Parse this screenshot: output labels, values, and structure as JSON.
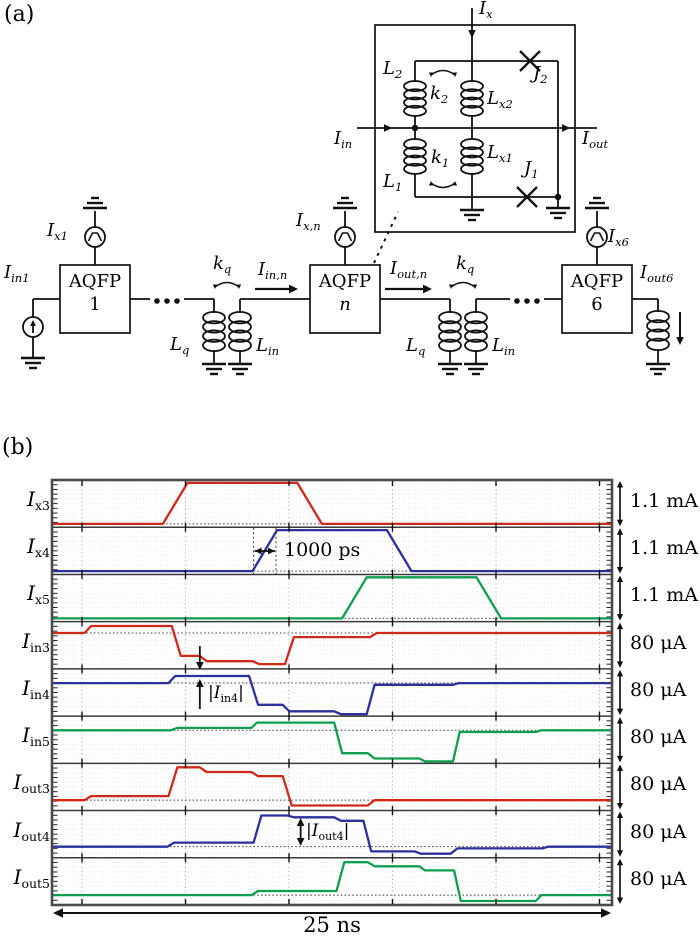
{
  "figure": {
    "panel_a_label": "(a)",
    "panel_b_label": "(b)"
  },
  "circuit": {
    "inset": {
      "ix": {
        "base": "I",
        "sub": "x"
      },
      "l2": {
        "base": "L",
        "sub": "2"
      },
      "k2": {
        "base": "k",
        "sub": "2"
      },
      "lx2": {
        "base": "L",
        "sub": "x2"
      },
      "j2": {
        "base": "J",
        "sub": "2"
      },
      "iin": {
        "base": "I",
        "sub": "in"
      },
      "iout": {
        "base": "I",
        "sub": "out"
      },
      "l1": {
        "base": "L",
        "sub": "1"
      },
      "k1": {
        "base": "k",
        "sub": "1"
      },
      "lx1": {
        "base": "L",
        "sub": "x1"
      },
      "j1": {
        "base": "J",
        "sub": "1"
      }
    },
    "chain": {
      "ix1": {
        "base": "I",
        "sub": "x1"
      },
      "iin1": {
        "base": "I",
        "sub": "in1"
      },
      "aqfp1": {
        "name": "AQFP",
        "index": "1"
      },
      "kq_left": {
        "base": "k",
        "sub": "q"
      },
      "lq_left": {
        "base": "L",
        "sub": "q"
      },
      "lin_left": {
        "base": "L",
        "sub": "in"
      },
      "iin_n": {
        "base": "I",
        "sub": "in,n"
      },
      "ix_n": {
        "base": "I",
        "sub": "x,n"
      },
      "aqfpn": {
        "name": "AQFP",
        "index": "n"
      },
      "iout_n": {
        "base": "I",
        "sub": "out,n"
      },
      "kq_right": {
        "base": "k",
        "sub": "q"
      },
      "lq_right": {
        "base": "L",
        "sub": "q"
      },
      "lin_right": {
        "base": "L",
        "sub": "in"
      },
      "ix6": {
        "base": "I",
        "sub": "x6"
      },
      "aqfp6": {
        "name": "AQFP",
        "index": "6"
      },
      "iout6": {
        "base": "I",
        "sub": "out6"
      }
    }
  },
  "chart_data": {
    "type": "line",
    "x_axis": {
      "total_label": "25 ns",
      "range_ns": [
        0,
        25
      ],
      "grid": true
    },
    "excitation_amplitude": "1.1 mA",
    "signal_scale": "80 μA",
    "annotations": {
      "rise_time": {
        "label": "1000 ps",
        "t_start": 9,
        "t_end": 10,
        "row": "Ix4"
      },
      "iin4_mag": {
        "open": "|",
        "base": "I",
        "sub": "in4",
        "close": "|",
        "t": 6.6,
        "row": "Iin4"
      },
      "iout4_mag": {
        "open": "|",
        "base": "I",
        "sub": "out4",
        "close": "|",
        "t": 11.1,
        "row": "Iout4"
      }
    },
    "rows": [
      {
        "id": "Ix3",
        "label": {
          "base": "I",
          "sub": "x3"
        },
        "scale_label": "1.1 mA",
        "unit": "mA",
        "color": "#cf291a",
        "zero_frac": 0.93,
        "points": [
          [
            0,
            0
          ],
          [
            4.95,
            0
          ],
          [
            6.05,
            1.1
          ],
          [
            10.95,
            1.1
          ],
          [
            12.05,
            0
          ],
          [
            25,
            0
          ]
        ]
      },
      {
        "id": "Ix4",
        "label": {
          "base": "I",
          "sub": "x4"
        },
        "scale_label": "1.1 mA",
        "unit": "mA",
        "color": "#2b309c",
        "zero_frac": 0.93,
        "points": [
          [
            0,
            0
          ],
          [
            8.95,
            0
          ],
          [
            10.05,
            1.1
          ],
          [
            14.95,
            1.1
          ],
          [
            16.05,
            0
          ],
          [
            25,
            0
          ]
        ]
      },
      {
        "id": "Ix5",
        "label": {
          "base": "I",
          "sub": "x5"
        },
        "scale_label": "1.1 mA",
        "unit": "mA",
        "color": "#0e9e4f",
        "zero_frac": 0.93,
        "points": [
          [
            0,
            0
          ],
          [
            12.95,
            0
          ],
          [
            14.05,
            1.1
          ],
          [
            18.95,
            1.1
          ],
          [
            20.05,
            0
          ],
          [
            25,
            0
          ]
        ]
      },
      {
        "id": "Iin3",
        "label": {
          "base": "I",
          "sub": "in3"
        },
        "scale_label": "80 μA",
        "unit": "uA",
        "color": "#cf291a",
        "zero_frac": 0.24,
        "points": [
          [
            0,
            0
          ],
          [
            1.45,
            0
          ],
          [
            1.75,
            12
          ],
          [
            5.35,
            12
          ],
          [
            5.75,
            -39
          ],
          [
            6.6,
            -39
          ],
          [
            6.9,
            -48
          ],
          [
            8.95,
            -48
          ],
          [
            9.25,
            -53
          ],
          [
            10.4,
            -53
          ],
          [
            10.8,
            -7
          ],
          [
            14.2,
            -7
          ],
          [
            14.5,
            0
          ],
          [
            25,
            0
          ]
        ]
      },
      {
        "id": "Iin4",
        "label": {
          "base": "I",
          "sub": "in4"
        },
        "scale_label": "80 μA",
        "unit": "uA",
        "color": "#2b309c",
        "zero_frac": 0.3,
        "points": [
          [
            0,
            0
          ],
          [
            5.2,
            0
          ],
          [
            5.5,
            12
          ],
          [
            8.8,
            12
          ],
          [
            9.2,
            -37
          ],
          [
            10.3,
            -37
          ],
          [
            10.6,
            -48
          ],
          [
            12.6,
            -48
          ],
          [
            12.9,
            -53
          ],
          [
            14.05,
            -53
          ],
          [
            14.4,
            -3
          ],
          [
            17.9,
            -3
          ],
          [
            18.15,
            0
          ],
          [
            25,
            0
          ]
        ]
      },
      {
        "id": "Iin5",
        "label": {
          "base": "I",
          "sub": "in5"
        },
        "scale_label": "80 μA",
        "unit": "uA",
        "color": "#0e9e4f",
        "zero_frac": 0.3,
        "points": [
          [
            0,
            0
          ],
          [
            5.3,
            0
          ],
          [
            5.6,
            4
          ],
          [
            8.9,
            4
          ],
          [
            9.15,
            13
          ],
          [
            12.6,
            13
          ],
          [
            12.95,
            -39
          ],
          [
            14.1,
            -39
          ],
          [
            14.4,
            -48
          ],
          [
            16.4,
            -48
          ],
          [
            16.65,
            -53
          ],
          [
            17.9,
            -53
          ],
          [
            18.2,
            -3
          ],
          [
            21.6,
            -3
          ],
          [
            21.85,
            0
          ],
          [
            25,
            0
          ]
        ]
      },
      {
        "id": "Iout3",
        "label": {
          "base": "I",
          "sub": "out3"
        },
        "scale_label": "80 μA",
        "unit": "uA",
        "color": "#cf291a",
        "zero_frac": 0.78,
        "points": [
          [
            0,
            0
          ],
          [
            1.45,
            0
          ],
          [
            1.75,
            7
          ],
          [
            5.2,
            7
          ],
          [
            5.6,
            56
          ],
          [
            6.6,
            56
          ],
          [
            6.9,
            48
          ],
          [
            8.9,
            48
          ],
          [
            9.2,
            41
          ],
          [
            10.3,
            41
          ],
          [
            10.7,
            -9
          ],
          [
            14.1,
            -9
          ],
          [
            14.4,
            0
          ],
          [
            25,
            0
          ]
        ]
      },
      {
        "id": "Iout4",
        "label": {
          "base": "I",
          "sub": "out4"
        },
        "scale_label": "80 μA",
        "unit": "uA",
        "color": "#2b309c",
        "zero_frac": 0.765,
        "points": [
          [
            0,
            0
          ],
          [
            5.15,
            0
          ],
          [
            5.45,
            7
          ],
          [
            9.0,
            7
          ],
          [
            9.35,
            53
          ],
          [
            10.5,
            53
          ],
          [
            10.8,
            50
          ],
          [
            12.6,
            50
          ],
          [
            12.9,
            44
          ],
          [
            13.9,
            44
          ],
          [
            14.25,
            -8
          ],
          [
            16.2,
            -8
          ],
          [
            16.45,
            -12
          ],
          [
            17.8,
            -12
          ],
          [
            18.1,
            -3
          ],
          [
            21.9,
            -3
          ],
          [
            22.15,
            0
          ],
          [
            25,
            0
          ]
        ]
      },
      {
        "id": "Iout5",
        "label": {
          "base": "I",
          "sub": "out5"
        },
        "scale_label": "80 μA",
        "unit": "uA",
        "color": "#0e9e4f",
        "zero_frac": 0.79,
        "points": [
          [
            0,
            0
          ],
          [
            8.9,
            0
          ],
          [
            9.2,
            7
          ],
          [
            12.7,
            7
          ],
          [
            13.05,
            56
          ],
          [
            14.1,
            56
          ],
          [
            14.4,
            49
          ],
          [
            16.4,
            49
          ],
          [
            16.65,
            42
          ],
          [
            17.95,
            42
          ],
          [
            18.25,
            -10
          ],
          [
            21.6,
            -10
          ],
          [
            21.85,
            0
          ],
          [
            25,
            0
          ]
        ]
      }
    ]
  }
}
